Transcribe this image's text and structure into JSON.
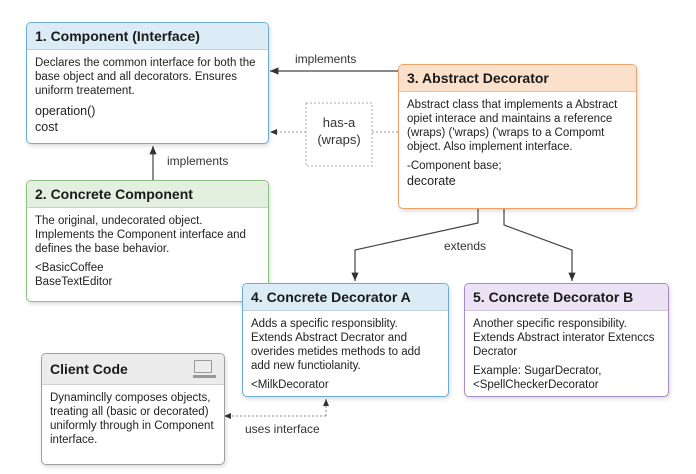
{
  "component": {
    "title": "1. Component (Interface)",
    "desc": "Declares the common interface for both the base object and all decorators. Ensures uniform treatement.",
    "members": [
      "operation()",
      "cost"
    ],
    "color": "#6aaed6",
    "header_bg": "#dcecf7"
  },
  "concrete_component": {
    "title": "2. Concrete Component",
    "desc": "The original, undecorated object. Implements the Component interface and defines the base behavior.",
    "examples": [
      "<BasicCoffee",
      "BaseTextEditor"
    ],
    "color": "#8cbf84",
    "header_bg": "#e3f0df"
  },
  "abstract_decorator": {
    "title": "3. Abstract Decorator",
    "desc": "Abstract class that implements a Abstract opiet interace and maintains a reference (wraps) ('wraps) ('wraps to a Compomt object. Also implement interface.",
    "members": [
      "-Component base;",
      "decorate"
    ],
    "color": "#e9a46c",
    "header_bg": "#fbe1cb"
  },
  "decorator_a": {
    "title": "4. Concrete Decorator A",
    "desc": "Adds a specific responsiblity. Extends Abstract Decrator and overides metides methods to add add new functiolanity.",
    "example": "<MilkDecorator",
    "color": "#6aaed6",
    "header_bg": "#dcecf7"
  },
  "decorator_b": {
    "title": "5. Concrete Decorator B",
    "desc": "Another specific responsibility. Extends Abstract interator Extenccs Decrator",
    "example": "Example: SugarDecrator, <SpellCheckerDecorator",
    "color": "#a58bc9",
    "header_bg": "#ebe2f5"
  },
  "client": {
    "title": "Client Code",
    "desc": "Dynaminclly composes objects, treating all (basic or decorated) uniformly through in Component interface.",
    "icon": "laptop-icon",
    "color": "#a0a0a0",
    "header_bg": "#ececec"
  },
  "relations": {
    "implements_top": "implements",
    "implements_left": "implements",
    "has_a": "has-a (wraps)",
    "extends": "extends",
    "uses_interface": "uses interface"
  }
}
